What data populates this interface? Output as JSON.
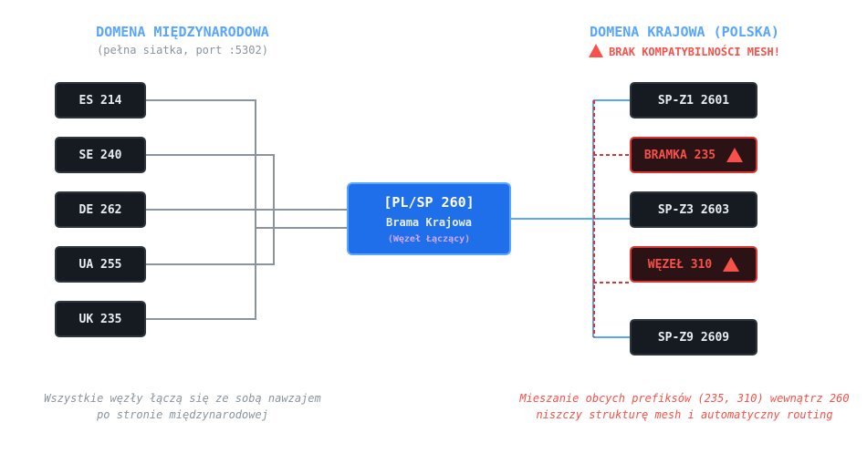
{
  "international": {
    "heading": "DOMENA MIĘDZYNARODOWA",
    "subheading": "(pełna siatka, port :5302)",
    "nodes": [
      "ES 214",
      "SE 240",
      "DE 262",
      "UA 255",
      "UK 235"
    ],
    "footnote_line1": "Wszystkie węzły łączą się ze sobą nawzajem",
    "footnote_line2": "po stronie międzynarodowej"
  },
  "gateway": {
    "title": "[PL/SP 260]",
    "subtitle": "Brama Krajowa",
    "note": "(Węzeł Łączący)"
  },
  "domestic": {
    "heading": "DOMENA KRAJOWA (POLSKA)",
    "warning": "BRAK KOMPATYBILNOŚCI MESH!",
    "nodes": [
      "SP-Z1 2601",
      "BRAMKA 235",
      "SP-Z3 2603",
      "WĘZEŁ 310",
      "SP-Z9 2609"
    ],
    "footnote_line1": "Mieszanie obcych prefiksów (235, 310) wewnątrz 260",
    "footnote_line2": "niszczy strukturę mesh i automatyczny routing"
  },
  "colors": {
    "wire_international": "#8b949e",
    "wire_domestic": "#58a6ff",
    "wire_incompatible": "#da3633",
    "accent": "#58a6ff",
    "danger": "#f85149"
  },
  "icons": {
    "warning": "warning-triangle-icon"
  }
}
